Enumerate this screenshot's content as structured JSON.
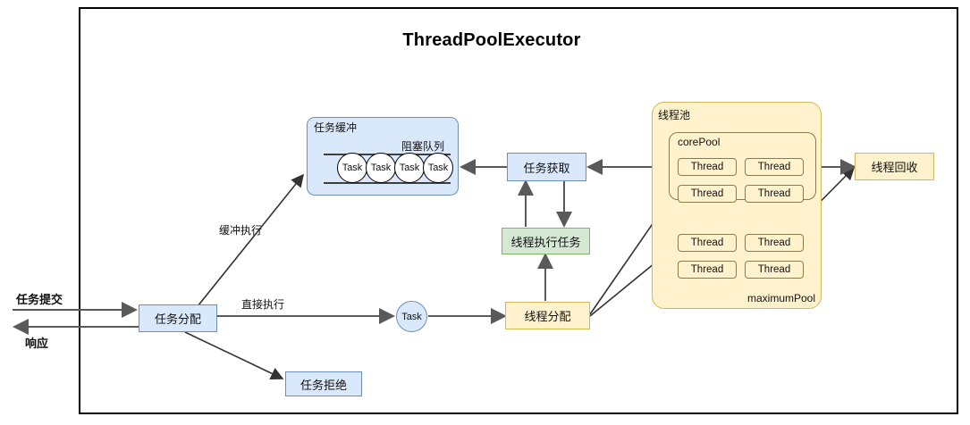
{
  "diagram": {
    "title": "ThreadPoolExecutor",
    "frame_border_color": "#000000"
  },
  "flow_labels": {
    "submit": "任务提交",
    "response": "响应",
    "buffer_exec": "缓冲执行",
    "direct_exec": "直接执行"
  },
  "nodes": {
    "task_dispatch": "任务分配",
    "task_reject": "任务拒绝",
    "task_fetch": "任务获取",
    "thread_exec_task": "线程执行任务",
    "thread_alloc": "线程分配",
    "thread_recycle": "线程回收",
    "task_circle": "Task"
  },
  "buffer": {
    "title": "任务缓冲",
    "queue_title": "阻塞队列",
    "tasks": [
      "Task",
      "Task",
      "Task",
      "Task"
    ]
  },
  "pool": {
    "title": "线程池",
    "core_title": "corePool",
    "max_title": "maximumPool",
    "core_threads": [
      "Thread",
      "Thread",
      "Thread",
      "Thread"
    ],
    "max_threads": [
      "Thread",
      "Thread",
      "Thread",
      "Thread"
    ]
  },
  "colors": {
    "blue_fill": "#dae8fc",
    "blue_stroke": "#6c8ebf",
    "green_fill": "#d5e8d4",
    "green_stroke": "#82b366",
    "yellow_fill": "#fff2cc",
    "yellow_stroke": "#d6b656",
    "arrow_gray": "#595959",
    "arrow_dark": "#333333"
  }
}
